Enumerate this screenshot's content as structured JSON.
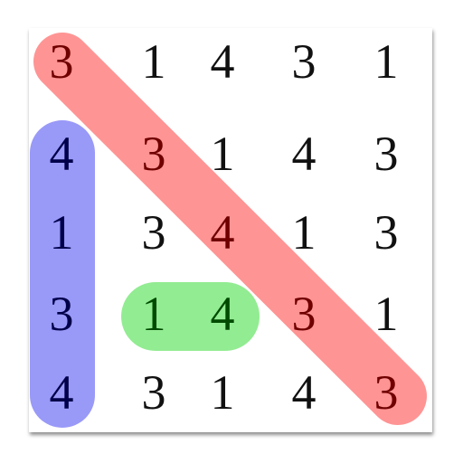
{
  "puzzle": {
    "grid": [
      [
        "3",
        "1",
        "4",
        "3",
        "1"
      ],
      [
        "4",
        "3",
        "1",
        "4",
        "3"
      ],
      [
        "1",
        "3",
        "4",
        "1",
        "3"
      ],
      [
        "3",
        "1",
        "4",
        "3",
        "1"
      ],
      [
        "4",
        "3",
        "1",
        "4",
        "3"
      ]
    ],
    "highlights": [
      {
        "kind": "diagonal",
        "cells": [
          [
            0,
            0
          ],
          [
            1,
            1
          ],
          [
            2,
            2
          ],
          [
            3,
            3
          ],
          [
            4,
            4
          ]
        ],
        "fill": "#ff9494",
        "text_color": "#700000"
      },
      {
        "kind": "column",
        "cells": [
          [
            1,
            0
          ],
          [
            2,
            0
          ],
          [
            3,
            0
          ],
          [
            4,
            0
          ]
        ],
        "fill": "#9999f8",
        "text_color": "#00004a"
      },
      {
        "kind": "row",
        "cells": [
          [
            3,
            1
          ],
          [
            3,
            2
          ]
        ],
        "fill": "#92ec92",
        "text_color": "#004a00"
      }
    ],
    "default_text_color": "#111111"
  }
}
